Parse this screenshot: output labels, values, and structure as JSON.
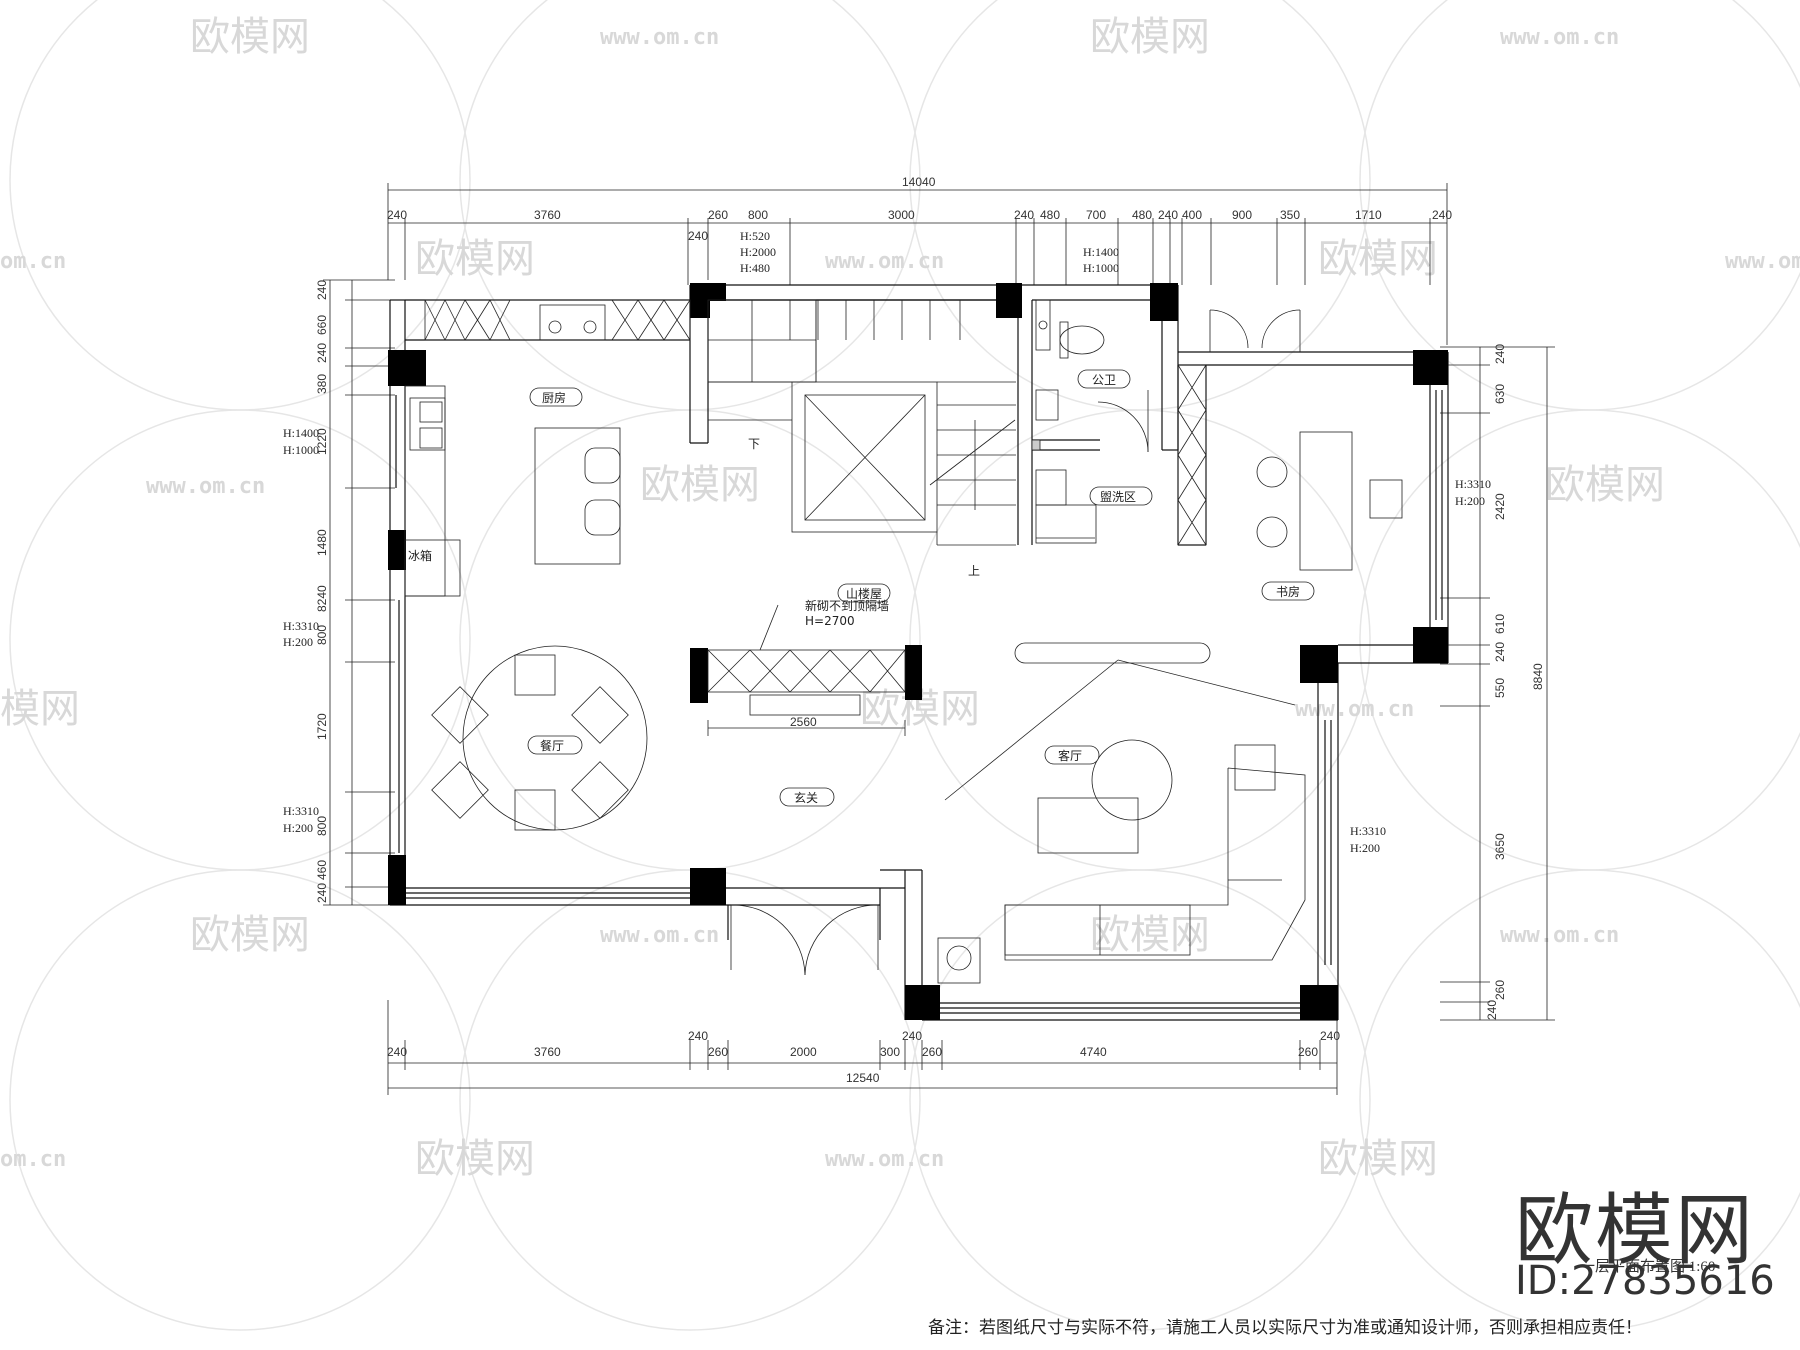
{
  "watermark": {
    "brand": "欧模网",
    "url": "www.om.cn",
    "url_short": "om.cn",
    "brand_cut": "模网"
  },
  "brand": {
    "name": "欧模网",
    "id": "ID:27835616"
  },
  "drawing_title": "一层平面布置图 1:60",
  "disclaimer": "备注：若图纸尺寸与实际不符，请施工人员以实际尺寸为准或通知设计师，否则承担相应责任！",
  "rooms": {
    "kitchen": "厨房",
    "bathroom": "公卫",
    "laundry": "盥洗区",
    "study": "书房",
    "storage": "山楼屋",
    "dining": "餐厅",
    "entrance": "玄关",
    "living": "客厅",
    "fridge": "冰箱"
  },
  "annotations": {
    "partition": "新砌不到顶隔墙",
    "partition_h": "H=2700",
    "stairs_down": "下",
    "stairs_up": "上",
    "win_top_stair_1": "H:520",
    "win_top_stair_2": "H:2000",
    "win_top_stair_3": "H:480",
    "win_top_wc_1": "H:1400",
    "win_top_wc_2": "H:1000",
    "win_left_1a": "H:1400",
    "win_left_1b": "H:1000",
    "win_left_2a": "H:3310",
    "win_left_2b": "H:200",
    "win_left_3a": "H:3310",
    "win_left_3b": "H:200",
    "win_study_a": "H:3310",
    "win_study_b": "H:200",
    "win_living_a": "H:3310",
    "win_living_b": "H:200",
    "cabinet_width": "2560"
  },
  "dimensions": {
    "top_total": "14040",
    "top": [
      "240",
      "3760",
      "260",
      "800",
      "3000",
      "240",
      "480",
      "700",
      "480",
      "240",
      "400",
      "900",
      "350",
      "1710",
      "240"
    ],
    "top_sub": "240",
    "bottom_total": "12540",
    "bottom": [
      "240",
      "3760",
      "240",
      "260",
      "2000",
      "300",
      "240",
      "260",
      "4740",
      "260",
      "240"
    ],
    "left_total": "8240",
    "left": [
      "240",
      "660",
      "240",
      "380",
      "1220",
      "1480",
      "800",
      "1720",
      "800",
      "460",
      "240"
    ],
    "right_total": "8840",
    "right": [
      "240",
      "630",
      "2420",
      "610",
      "240",
      "550",
      "3650",
      "260",
      "240"
    ]
  }
}
